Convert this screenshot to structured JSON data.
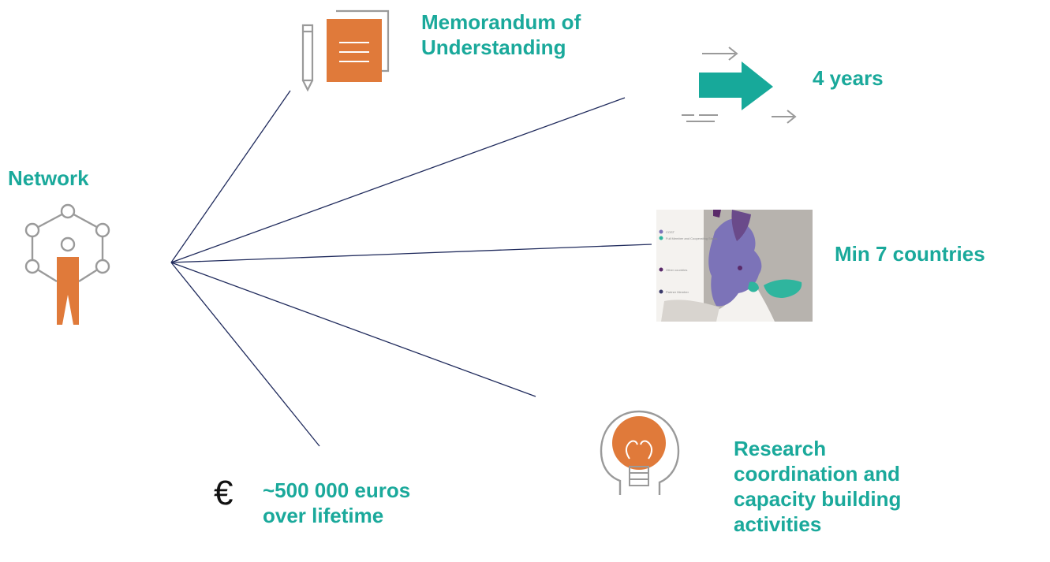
{
  "colors": {
    "accent_text": "#1aa99b",
    "connector": "#1f2a5c",
    "icon_orange": "#e07a3a",
    "icon_gray": "#9a9a9a",
    "arrow_teal": "#17a99a",
    "map_blue": "#7c73b8",
    "map_gray": "#b7b3ae"
  },
  "hub": {
    "label": "Network",
    "icon": "network-person-icon"
  },
  "nodes": {
    "mou": {
      "line1": "Memorandum of",
      "line2": "Understanding",
      "icon": "document-pencil-icon"
    },
    "duration": {
      "label": "4 years",
      "icon": "forward-arrows-icon"
    },
    "countries": {
      "label": "Min 7 countries",
      "icon": "europe-map-icon",
      "map_legend": [
        "COST",
        "Full Member and Cooperating States",
        "Other countries",
        "Partner Member"
      ]
    },
    "research": {
      "line1": "Research",
      "line2": "coordination and",
      "line3": "capacity building",
      "line4": "activities",
      "icon": "head-lightbulb-icon"
    },
    "budget": {
      "symbol": "€",
      "line1": "~500 000 euros",
      "line2": "over lifetime",
      "icon": "euro-icon"
    }
  }
}
